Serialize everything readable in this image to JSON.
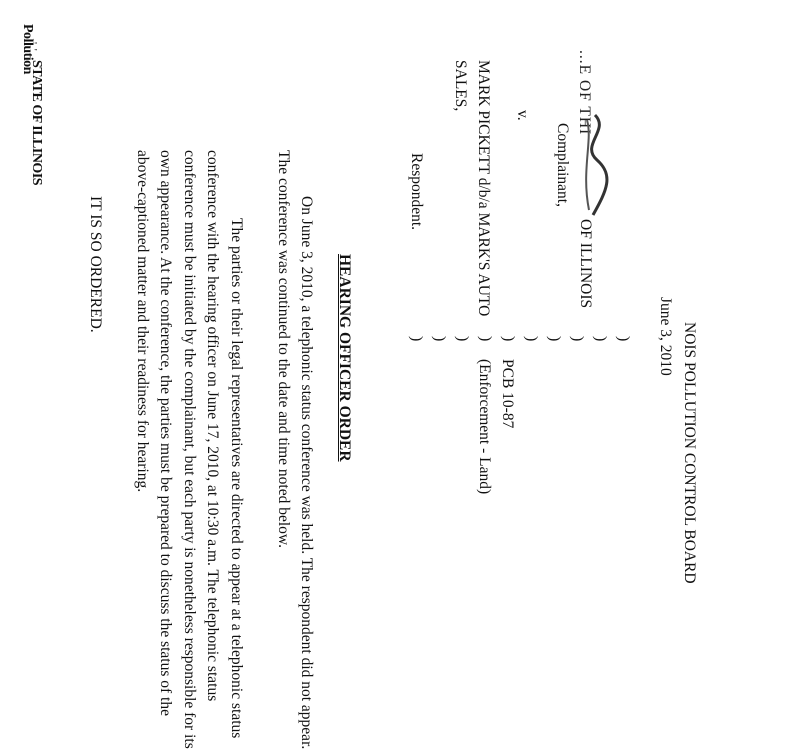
{
  "header": {
    "title": "NOIS POLLUTION CONTROL BOARD",
    "date": "June 3, 2010"
  },
  "caption": {
    "plaintiff_line1": "...E OF THI",
    "plaintiff_line2": "OF ILLINOIS",
    "plaintiff_role": "Complainant,",
    "versus": "v.",
    "respondent_line1": "MARK PICKETT d/b/a MARK'S AUTO",
    "respondent_line2": "SALES,",
    "respondent_role": "Respondent.",
    "case_number": "PCB 10-87",
    "case_type": "(Enforcement - Land)"
  },
  "stamp": {
    "line1": "STATE OF ILLINOIS",
    "line2": "Pollution"
  },
  "order": {
    "heading": "HEARING OFFICER ORDER",
    "para1_line1": "On June 3, 2010, a telephonic status conference was held.  The respondent did not appear.",
    "para1_line2": "The conference was continued to the date and time noted below.",
    "para2_line1": "The parties or their legal representatives are directed to appear at a telephonic status",
    "para2_line2": "conference with the hearing officer on June 17, 2010, at 10:30 a.m.  The telephonic status",
    "para2_line3": "conference must be initiated by the complainant, but each party is nonetheless responsible for its",
    "para2_line4": "own appearance.  At the conference, the parties must be prepared to discuss the status of the",
    "para2_line5": "above-captioned matter and their readiness for hearing.",
    "closing": "IT IS SO ORDERED."
  }
}
